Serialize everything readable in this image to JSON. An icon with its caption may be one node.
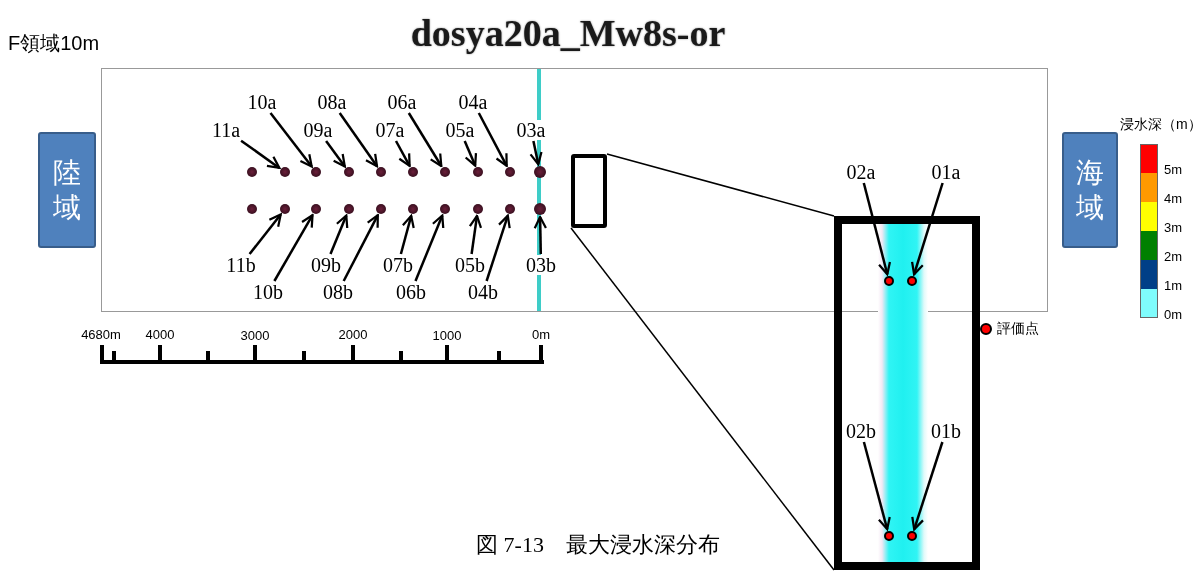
{
  "diagram": {
    "title": "dosya20a_Mw8s-or",
    "caption": "図 7-13　最大浸水深分布",
    "nodes": [
      {
        "text": [
          "陸域"
        ]
      },
      {
        "text": [],
        "shape": "box"
      },
      {
        "text": [
          "11a"
        ],
        "in": 1
      },
      {
        "text": [
          "10a"
        ],
        "in": 1
      },
      {
        "text": [
          "09a"
        ],
        "in": 1
      },
      {
        "text": [
          "08a"
        ],
        "in": 1
      },
      {
        "text": [
          "07a"
        ],
        "in": 1
      },
      {
        "text": [
          "06a"
        ],
        "in": 1
      },
      {
        "text": [
          "05a"
        ],
        "in": 1
      },
      {
        "text": [
          "04a"
        ],
        "in": 1
      },
      {
        "text": [
          "03a"
        ],
        "in": 1
      },
      {
        "text": [],
        "shape": "circle",
        "in": 1
      },
      {
        "text": [],
        "shape": "circle",
        "in": 1
      },
      {
        "text": [],
        "shape": "circle",
        "in": 1
      },
      {
        "text": [],
        "shape": "circle",
        "in": 1
      },
      {
        "text": [],
        "shape": "circle",
        "in": 1
      },
      {
        "text": [],
        "shape": "circle",
        "in": 1
      },
      {
        "text": [],
        "shape": "circle",
        "in": 1
      },
      {
        "text": [],
        "shape": "circle",
        "in": 1
      },
      {
        "text": [],
        "shape": "circle",
        "in": 1
      },
      {
        "text": [],
        "shape": "circle",
        "in": 1
      },
      {
        "text": [
          "11b"
        ],
        "in": 1
      },
      {
        "text": [
          "10b"
        ],
        "in": 1
      },
      {
        "text": [
          "09b"
        ],
        "in": 1
      },
      {
        "text": [
          "08b"
        ],
        "in": 1
      },
      {
        "text": [
          "07b"
        ],
        "in": 1
      },
      {
        "text": [
          "06b"
        ],
        "in": 1
      },
      {
        "text": [
          "05b"
        ],
        "in": 1
      },
      {
        "text": [
          "04b"
        ],
        "in": 1
      },
      {
        "text": [
          "03b"
        ],
        "in": 1
      },
      {
        "text": [],
        "shape": "circle",
        "in": 1
      },
      {
        "text": [],
        "shape": "circle",
        "in": 1
      },
      {
        "text": [],
        "shape": "circle",
        "in": 1
      },
      {
        "text": [],
        "shape": "circle",
        "in": 1
      },
      {
        "text": [],
        "shape": "circle",
        "in": 1
      },
      {
        "text": [],
        "shape": "circle",
        "in": 1
      },
      {
        "text": [],
        "shape": "circle",
        "in": 1
      },
      {
        "text": [],
        "shape": "circle",
        "in": 1
      },
      {
        "text": [],
        "shape": "circle",
        "in": 1
      },
      {
        "text": [],
        "shape": "circle",
        "in": 1
      },
      {
        "text": [],
        "shape": "box",
        "in": 1
      },
      {
        "text": [],
        "shape": "box"
      },
      {
        "text": [
          "02a"
        ],
        "in": 1
      },
      {
        "text": [
          "01a"
        ],
        "in": 1
      },
      {
        "text": [],
        "shape": "circle"
      },
      {
        "text": [],
        "shape": "circle"
      },
      {
        "text": [],
        "shape": "circle",
        "in": 41
      },
      {
        "text": [],
        "shape": "circle",
        "in": 41
      },
      {
        "text": [
          "02b"
        ],
        "in": 41
      },
      {
        "text": [
          "01b"
        ],
        "in": 41
      },
      {
        "text": [
          "海域"
        ]
      }
    ],
    "edges": [
      {
        "from": 2,
        "to": 12,
        "arrow": "to"
      },
      {
        "from": 3,
        "to": 13,
        "arrow": "to"
      },
      {
        "from": 4,
        "to": 14,
        "arrow": "to"
      },
      {
        "from": 5,
        "to": 15,
        "arrow": "to"
      },
      {
        "from": 6,
        "to": 16,
        "arrow": "to"
      },
      {
        "from": 7,
        "to": 17,
        "arrow": "to"
      },
      {
        "from": 8,
        "to": 18,
        "arrow": "to"
      },
      {
        "from": 9,
        "to": 19,
        "arrow": "to"
      },
      {
        "from": 10,
        "to": 20,
        "arrow": "to"
      },
      {
        "from": 21,
        "to": 31,
        "arrow": "to"
      },
      {
        "from": 22,
        "to": 32,
        "arrow": "to"
      },
      {
        "from": 23,
        "to": 33,
        "arrow": "to"
      },
      {
        "from": 24,
        "to": 34,
        "arrow": "to"
      },
      {
        "from": 25,
        "to": 35,
        "arrow": "to"
      },
      {
        "from": 26,
        "to": 36,
        "arrow": "to"
      },
      {
        "from": 27,
        "to": 37,
        "arrow": "to"
      },
      {
        "from": 28,
        "to": 38,
        "arrow": "to"
      },
      {
        "from": 29,
        "to": 39,
        "arrow": "to"
      },
      {
        "from": 40,
        "to": 41,
        "arrow": "none"
      },
      {
        "from": 40,
        "to": 41,
        "arrow": "none"
      },
      {
        "from": 42,
        "to": 44,
        "arrow": "to"
      },
      {
        "from": 43,
        "to": 45,
        "arrow": "to"
      },
      {
        "from": 48,
        "to": 46,
        "arrow": "to"
      },
      {
        "from": 49,
        "to": 47,
        "arrow": "to"
      }
    ],
    "labels": [
      "F領域10m",
      "浸水深（m）",
      "4680m",
      "4000",
      "3000",
      "2000",
      "1000",
      "0m"
    ],
    "legend": [
      {
        "text": "5m",
        "color": "#ff0000"
      },
      {
        "text": "4m",
        "color": "#ff9900"
      },
      {
        "text": "3m",
        "color": "#ffff00"
      },
      {
        "text": "2m",
        "color": "#008000"
      },
      {
        "text": "1m",
        "color": "#003f87"
      },
      {
        "text": "0m",
        "color": "#7ffcfc"
      },
      {
        "text": "評価点"
      }
    ]
  }
}
